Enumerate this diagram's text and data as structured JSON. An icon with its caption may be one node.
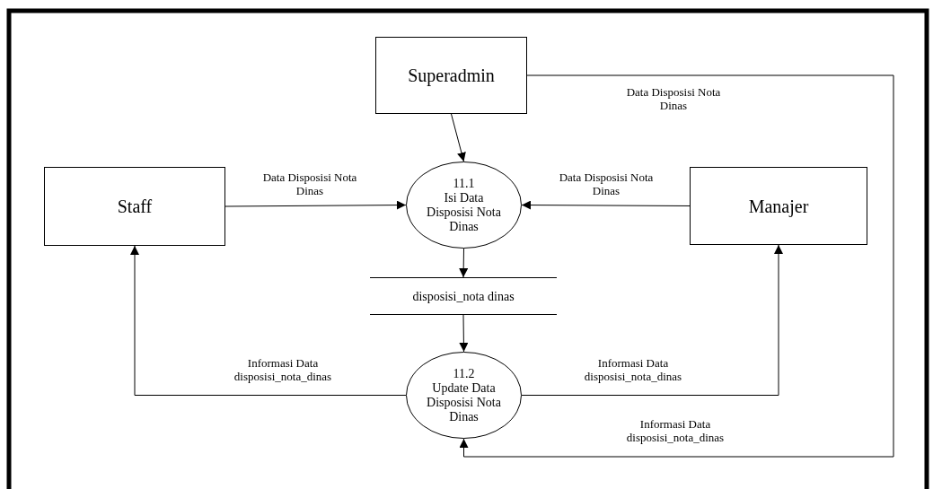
{
  "diagram": {
    "nodes": [
      {
        "text": [
          "Superadmin"
        ]
      },
      {
        "text": [
          "Staff"
        ]
      },
      {
        "text": [
          "11.1",
          "Isi Data Disposisi Nota Dinas"
        ]
      },
      {
        "text": [
          "Manajer"
        ]
      },
      {
        "text": [
          "disposisi_nota dinas"
        ]
      },
      {
        "text": [
          "11.2",
          "Update Data Disposisi Nota Dinas"
        ]
      }
    ],
    "edges": [
      {
        "from": 0,
        "to": 2,
        "arrow": "to"
      },
      {
        "from": 1,
        "to": 2,
        "arrow": "to",
        "label": "Data Disposisi Nota Dinas"
      },
      {
        "from": 3,
        "to": 2,
        "arrow": "to",
        "label": "Data Disposisi Nota Dinas"
      },
      {
        "from": 2,
        "to": 4,
        "arrow": "to"
      },
      {
        "from": 4,
        "to": 5,
        "arrow": "to"
      },
      {
        "from": 5,
        "to": 1,
        "arrow": "to",
        "label": "Informasi Data disposisi_nota_dinas"
      },
      {
        "from": 5,
        "to": 3,
        "arrow": "to",
        "label": "Informasi Data disposisi_nota_dinas"
      },
      {
        "from": 0,
        "to": 5,
        "arrow": "to",
        "label": "Data Disposisi Nota Dinas"
      }
    ],
    "labels": [
      "Informasi Data disposisi_nota_dinas"
    ]
  }
}
